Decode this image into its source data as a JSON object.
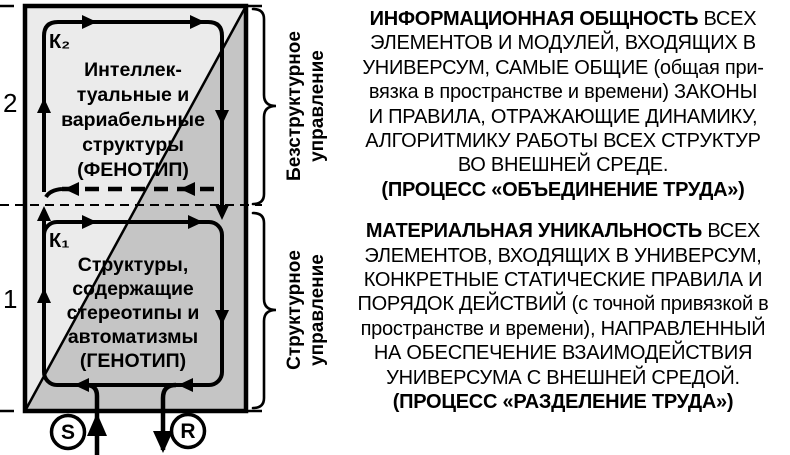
{
  "diagram": {
    "section2": {
      "index_label": "2",
      "loop_label": "К₂",
      "block_lines": [
        "Интеллек-",
        "туальные и",
        "вариабельные",
        "структуры",
        "(ФЕНОТИП)"
      ]
    },
    "section1": {
      "index_label": "1",
      "loop_label": "К₁",
      "block_lines": [
        "Структуры,",
        "содержащие",
        "стереотипы и",
        "автоматизмы",
        "(ГЕНОТИП)"
      ]
    },
    "input_label": "S",
    "output_label": "R",
    "brace_top_label_lines": [
      "Безструктурное",
      "управление"
    ],
    "brace_bottom_label_lines": [
      "Структурное",
      "управление"
    ],
    "colors": {
      "box_fill": "#ebebeb",
      "triangle_fill": "#c5c5c5",
      "line": "#000000"
    }
  },
  "right_panel": {
    "para1_runs": [
      {
        "text": "ИНФОРМАЦИОННАЯ ОБЩНОСТЬ",
        "bold": true
      },
      {
        "text": " ВСЕХ\nЭЛЕМЕНТОВ И МОДУЛЕЙ, ВХОДЯЩИХ В\nУНИВЕРСУМ, САМЫЕ ОБЩИЕ (общая при-\nвязка в пространстве и времени) ЗАКОНЫ\nИ ПРАВИЛА, ОТРАЖАЮЩИЕ ДИНАМИКУ,\nАЛГОРИТМИКУ РАБОТЫ ВСЕХ СТРУКТУР\nВО ВНЕШНЕЙ СРЕДЕ.\n",
        "bold": false
      },
      {
        "text": "(ПРОЦЕСС «ОБЪЕДИНЕНИЕ ТРУДА»)",
        "bold": true
      }
    ],
    "para2_runs": [
      {
        "text": "МАТЕРИАЛЬНАЯ УНИКАЛЬНОСТЬ",
        "bold": true
      },
      {
        "text": " ВСЕХ\nЭЛЕМЕНТОВ, ВХОДЯЩИХ В УНИВЕРСУМ,\nКОНКРЕТНЫЕ СТАТИЧЕСКИЕ ПРАВИЛА И\nПОРЯДОК ДЕЙСТВИЙ (с точной привязкой в\nпространстве и времени), НАПРАВЛЕННЫЙ\nНА ОБЕСПЕЧЕНИЕ ВЗАИМОДЕЙСТВИЯ\nУНИВЕРСУМА С ВНЕШНЕЙ СРЕДОЙ.\n",
        "bold": false
      },
      {
        "text": "(ПРОЦЕСС «РАЗДЕЛЕНИЕ ТРУДА»)",
        "bold": true
      }
    ]
  }
}
